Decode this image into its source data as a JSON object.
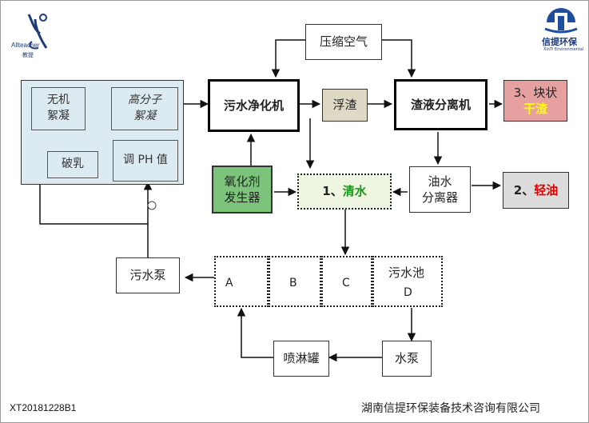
{
  "logo_left": {
    "name": "Allteacher",
    "sub": "教提"
  },
  "logo_right": {
    "name": "信提环保",
    "sub": "XinTi Environmental"
  },
  "nodes": {
    "compressed_air": "压缩空气",
    "sewage_purifier": "污水净化机",
    "scum": "浮渣",
    "slag_separator": "渣液分离机",
    "dry_slag_prefix": "3、块状",
    "dry_slag_main": "干渣",
    "oxidant_generator": "氧化剂\n发生器",
    "clean_water_prefix": "1、",
    "clean_water_main": "清水",
    "oil_water_separator": "油水\n分离器",
    "light_oil_prefix": "2、",
    "light_oil_main": "轻油",
    "sewage_pump": "污水泵",
    "pool_a": "A",
    "pool_b": "B",
    "pool_c": "C",
    "sewage_pool": "污水池",
    "pool_d": "D",
    "spray_tank": "喷淋罐",
    "water_pump": "水泵"
  },
  "panel": {
    "inorganic": "无机\n絮凝",
    "polymer": "高分子\n絮凝",
    "demulsify": "破乳",
    "ph_adjust": "调 PH 值"
  },
  "footer": {
    "doc_id": "XT20181228B1",
    "company": "湖南信提环保装备技术咨询有限公司"
  },
  "colors": {
    "panel_bg": "#dcebf2",
    "scum_bg": "#ddd9c4",
    "dry_slag_bg": "#e6a0a0",
    "dry_slag_text": "#ffff00",
    "oxidant_bg": "#7cc47c",
    "clean_water_bg": "#eef5e0",
    "clean_water_text": "#1a9a1a",
    "light_oil_bg": "#dcdcdc",
    "light_oil_text": "#e00000"
  }
}
